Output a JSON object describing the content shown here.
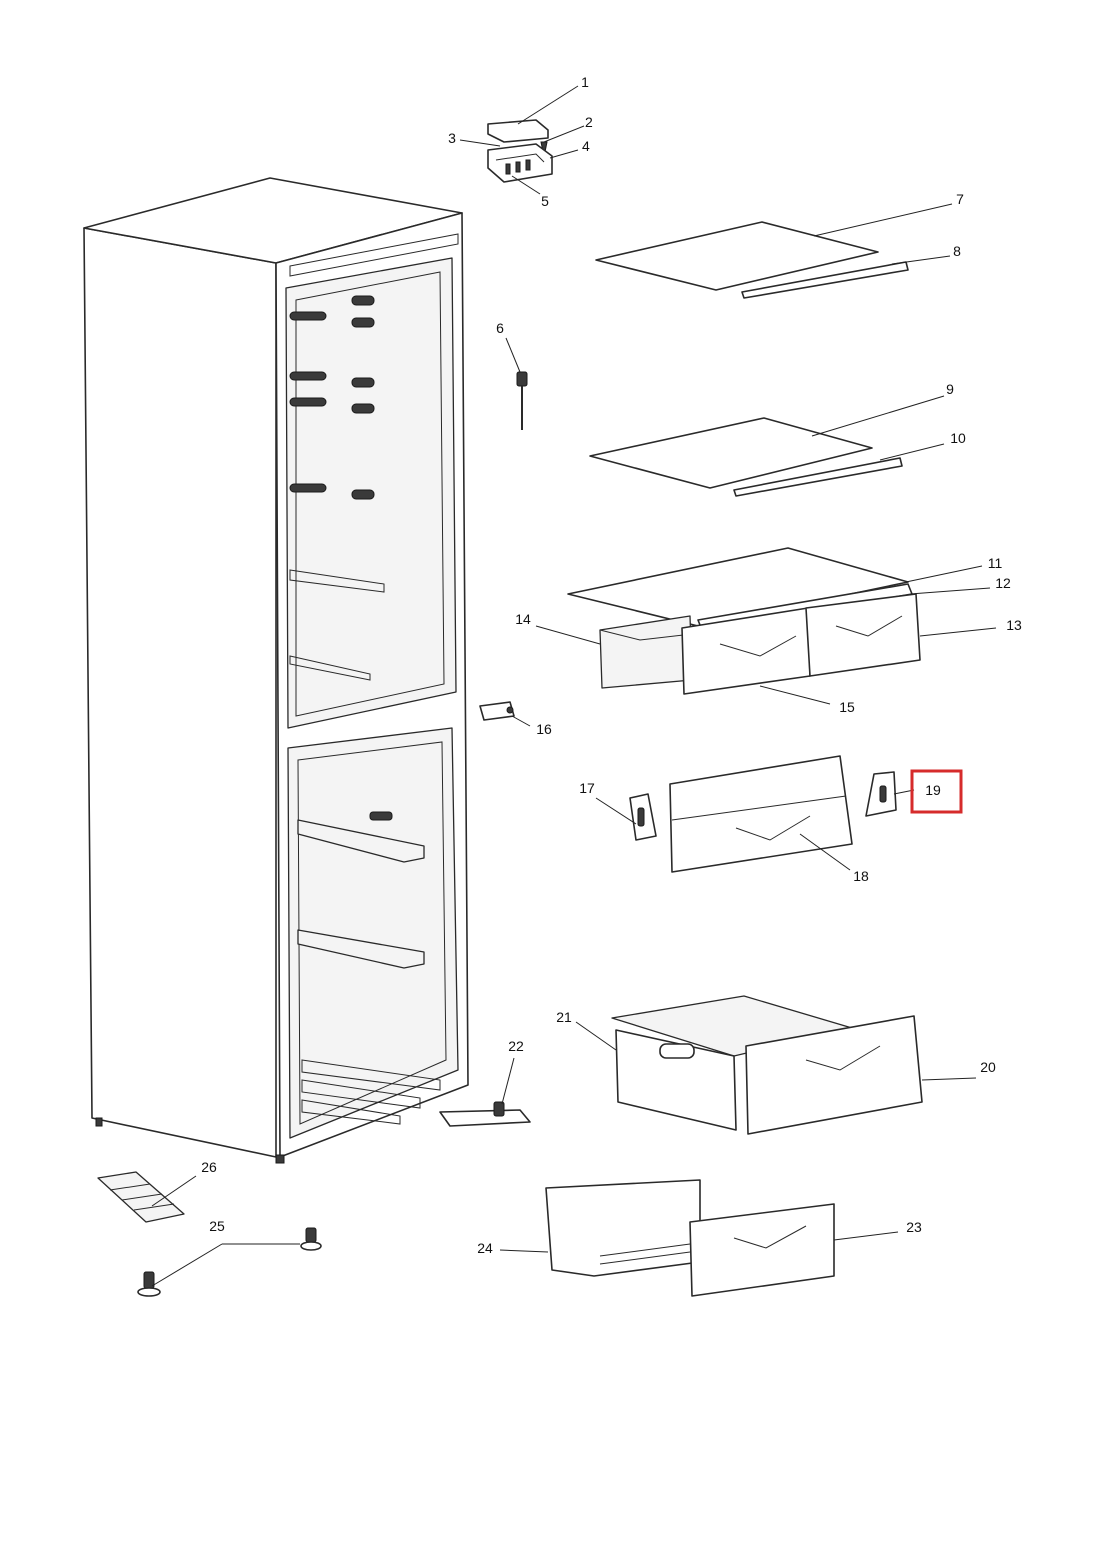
{
  "highlight": {
    "part": "19",
    "color": "#d62b2b"
  },
  "callouts": [
    "1",
    "2",
    "3",
    "4",
    "5",
    "6",
    "7",
    "8",
    "9",
    "10",
    "11",
    "12",
    "13",
    "14",
    "15",
    "16",
    "17",
    "18",
    "19",
    "20",
    "21",
    "22",
    "23",
    "24",
    "25",
    "26"
  ]
}
